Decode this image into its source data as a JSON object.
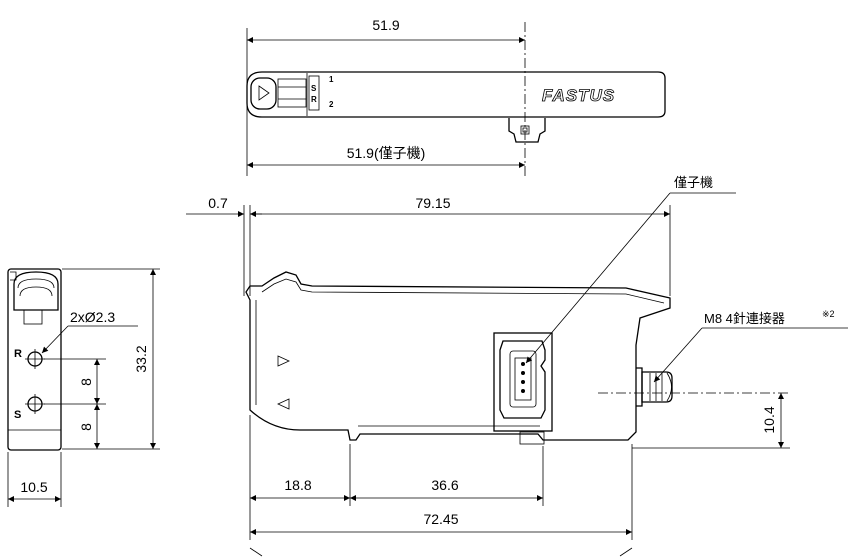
{
  "top_view": {
    "overall_width": "51.9",
    "amplifier_width": "51.9(僅子機)",
    "logo": "FASTUS",
    "label_1": "1",
    "label_2": "2",
    "label_s": "S",
    "label_r": "R"
  },
  "front_view": {
    "offset": "0.7",
    "overall_length": "79.15",
    "amplifier_only_label": "僅子機",
    "connector_label": "M8 4針連接器",
    "connector_note": "※2",
    "connector_height": "10.4",
    "dim_left": "18.8",
    "dim_middle": "36.6",
    "dim_total": "72.45"
  },
  "side_view": {
    "hole_spec": "2xØ2.3",
    "height": "33.2",
    "pitch_upper": "8",
    "pitch_lower": "8",
    "width": "10.5",
    "label_r": "R",
    "label_s": "S"
  },
  "colors": {
    "line": "#000000",
    "background": "#ffffff"
  }
}
